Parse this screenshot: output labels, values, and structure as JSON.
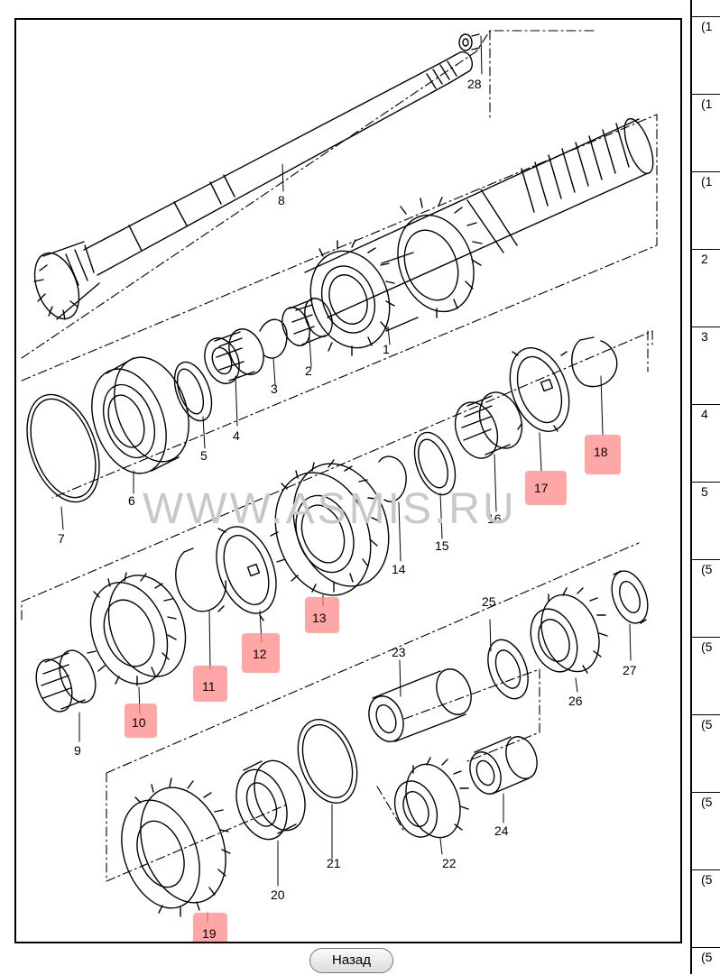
{
  "page": {
    "title_fragment": ""
  },
  "diagram": {
    "watermark": "WWW.ASMIS.RU",
    "callouts": [
      "1",
      "2",
      "3",
      "4",
      "5",
      "6",
      "7",
      "8",
      "9",
      "10",
      "11",
      "12",
      "13",
      "14",
      "15",
      "16",
      "17",
      "18",
      "19",
      "20",
      "21",
      "22",
      "23",
      "24",
      "25",
      "26",
      "27",
      "28"
    ],
    "highlighted_callouts": [
      "10",
      "11",
      "12",
      "13",
      "17",
      "18",
      "19"
    ],
    "highlight_color": "#ff8a8a"
  },
  "navigation": {
    "back_label": "Назад"
  },
  "side_table": {
    "rows": [
      "(1",
      "(1",
      "(1",
      "2",
      "3",
      "4",
      "5",
      "(5",
      "(5",
      "(5",
      "(5",
      "(5",
      "(5"
    ]
  }
}
